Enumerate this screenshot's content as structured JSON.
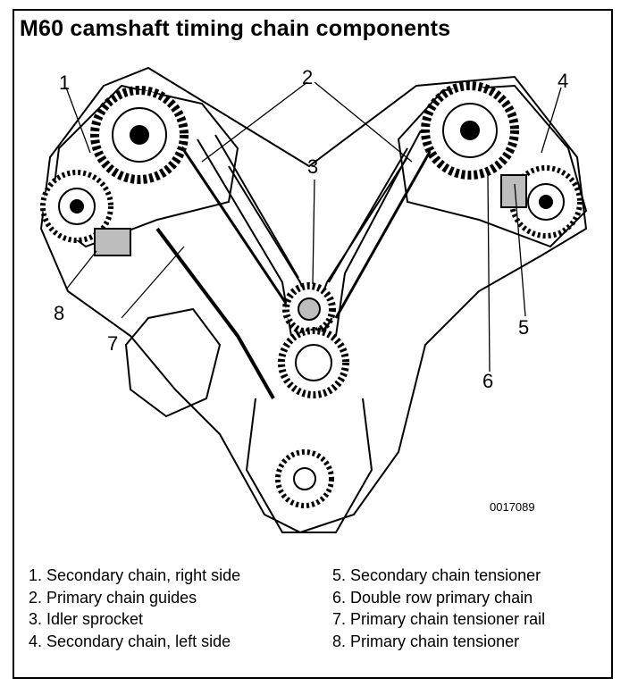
{
  "title": "M60 camshaft timing chain components",
  "part_number": "0017089",
  "callouts": [
    "1",
    "2",
    "3",
    "4",
    "5",
    "6",
    "7",
    "8"
  ],
  "legend": [
    "1.  Secondary chain, right side",
    "2.  Primary chain guides",
    "3.  Idler sprocket",
    "4.  Secondary chain, left side",
    "5.  Secondary chain tensioner",
    "6.  Double row primary chain",
    "7.  Primary chain tensioner rail",
    "8.  Primary chain tensioner"
  ],
  "colors": {
    "ink": "#000000",
    "paper": "#ffffff",
    "shade": "#bdbdbd"
  }
}
